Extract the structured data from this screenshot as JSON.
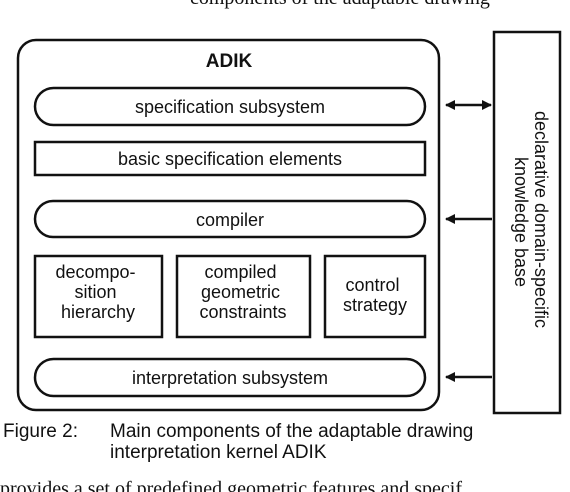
{
  "top_fragment": "components of the adaptable drawing",
  "main": {
    "title": "ADIK",
    "specification_subsystem": "specification subsystem",
    "basic_specification_elements": "basic specification elements",
    "compiler": "compiler",
    "decomposition_hierarchy": [
      "decompo-",
      "sition",
      "hierarchy"
    ],
    "compiled_geometric_constraints": [
      "compiled",
      "geometric",
      "constraints"
    ],
    "control_strategy": [
      "control",
      "strategy"
    ],
    "interpretation_subsystem": "interpretation subsystem"
  },
  "knowledge_base": {
    "lines": [
      "declarative domain-specific",
      "knowledge base"
    ]
  },
  "caption": {
    "number": "Figure 2:",
    "line1": "Main components of the adaptable drawing",
    "line2": "interpretation kernel ADIK"
  },
  "bottom_fragment": "provides a set of predefined geometric features and specif"
}
